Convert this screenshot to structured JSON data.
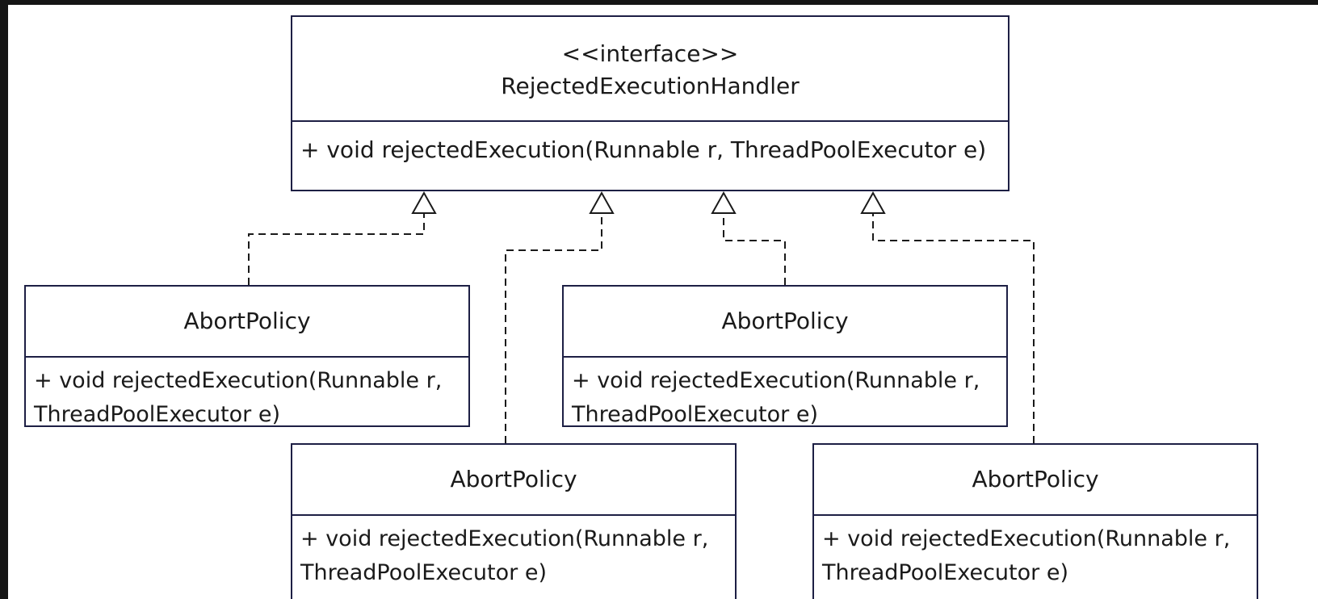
{
  "interface": {
    "stereotype": "<<interface>>",
    "name": "RejectedExecutionHandler",
    "method": "+ void rejectedExecution(Runnable r, ThreadPoolExecutor e)"
  },
  "implementations": [
    {
      "name": "AbortPolicy",
      "method": "+ void rejectedExecution(Runnable r,\nThreadPoolExecutor e)"
    },
    {
      "name": "AbortPolicy",
      "method": "+ void rejectedExecution(Runnable r,\nThreadPoolExecutor e)"
    },
    {
      "name": "AbortPolicy",
      "method": "+ void rejectedExecution(Runnable r,\nThreadPoolExecutor e)"
    },
    {
      "name": "AbortPolicy",
      "method": "+ void rejectedExecution(Runnable r,\nThreadPoolExecutor e)"
    }
  ],
  "relationship": "realization",
  "colors": {
    "border": "#1d1f44",
    "connector": "#1a1a1a",
    "background": "#ffffff",
    "frame": "#151515"
  }
}
